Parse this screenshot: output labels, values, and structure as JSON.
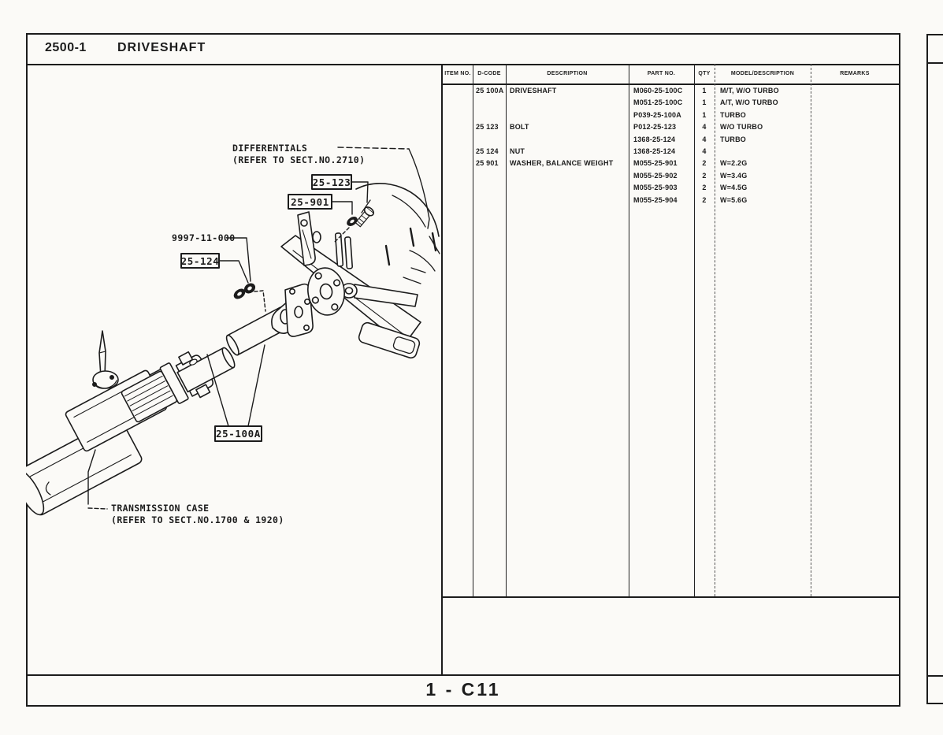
{
  "page": {
    "section_code": "2500-1",
    "title": "DRIVESHAFT",
    "footer": "1 - C11"
  },
  "table": {
    "headers": [
      "ITEM NO.",
      "D-CODE",
      "DESCRIPTION",
      "PART NO.",
      "QTY",
      "MODEL/DESCRIPTION",
      "REMARKS"
    ],
    "rows": [
      {
        "dcode": "25 100A",
        "description": "DRIVESHAFT",
        "part_no": "M060-25-100C",
        "qty": "1",
        "model": "M/T, W/O TURBO"
      },
      {
        "dcode": "",
        "description": "",
        "part_no": "M051-25-100C",
        "qty": "1",
        "model": "A/T, W/O TURBO"
      },
      {
        "dcode": "",
        "description": "",
        "part_no": "P039-25-100A",
        "qty": "1",
        "model": "TURBO"
      },
      {
        "dcode": "25 123",
        "description": "BOLT",
        "part_no": "P012-25-123",
        "qty": "4",
        "model": "W/O TURBO"
      },
      {
        "dcode": "",
        "description": "",
        "part_no": "1368-25-124",
        "qty": "4",
        "model": "TURBO"
      },
      {
        "dcode": "25 124",
        "description": "NUT",
        "part_no": "1368-25-124",
        "qty": "4",
        "model": ""
      },
      {
        "dcode": "25 901",
        "description": "WASHER, BALANCE WEIGHT",
        "part_no": "M055-25-901",
        "qty": "2",
        "model": "W=2.2G"
      },
      {
        "dcode": "",
        "description": "",
        "part_no": "M055-25-902",
        "qty": "2",
        "model": "W=3.4G"
      },
      {
        "dcode": "",
        "description": "",
        "part_no": "M055-25-903",
        "qty": "2",
        "model": "W=4.5G"
      },
      {
        "dcode": "",
        "description": "",
        "part_no": "M055-25-904",
        "qty": "2",
        "model": "W=5.6G"
      }
    ]
  },
  "diagram": {
    "callouts": {
      "differentials_line1": "DIFFERENTIALS",
      "differentials_line2": "(REFER TO SECT.NO.2710)",
      "part_9997": "9997-11-000",
      "box_25_123": "25-123",
      "box_25_901": "25-901",
      "box_25_124": "25-124",
      "box_25_100A": "25-100A",
      "transmission_line1": "TRANSMISSION CASE",
      "transmission_line2": "(REFER TO SECT.NO.1700 & 1920)"
    }
  }
}
